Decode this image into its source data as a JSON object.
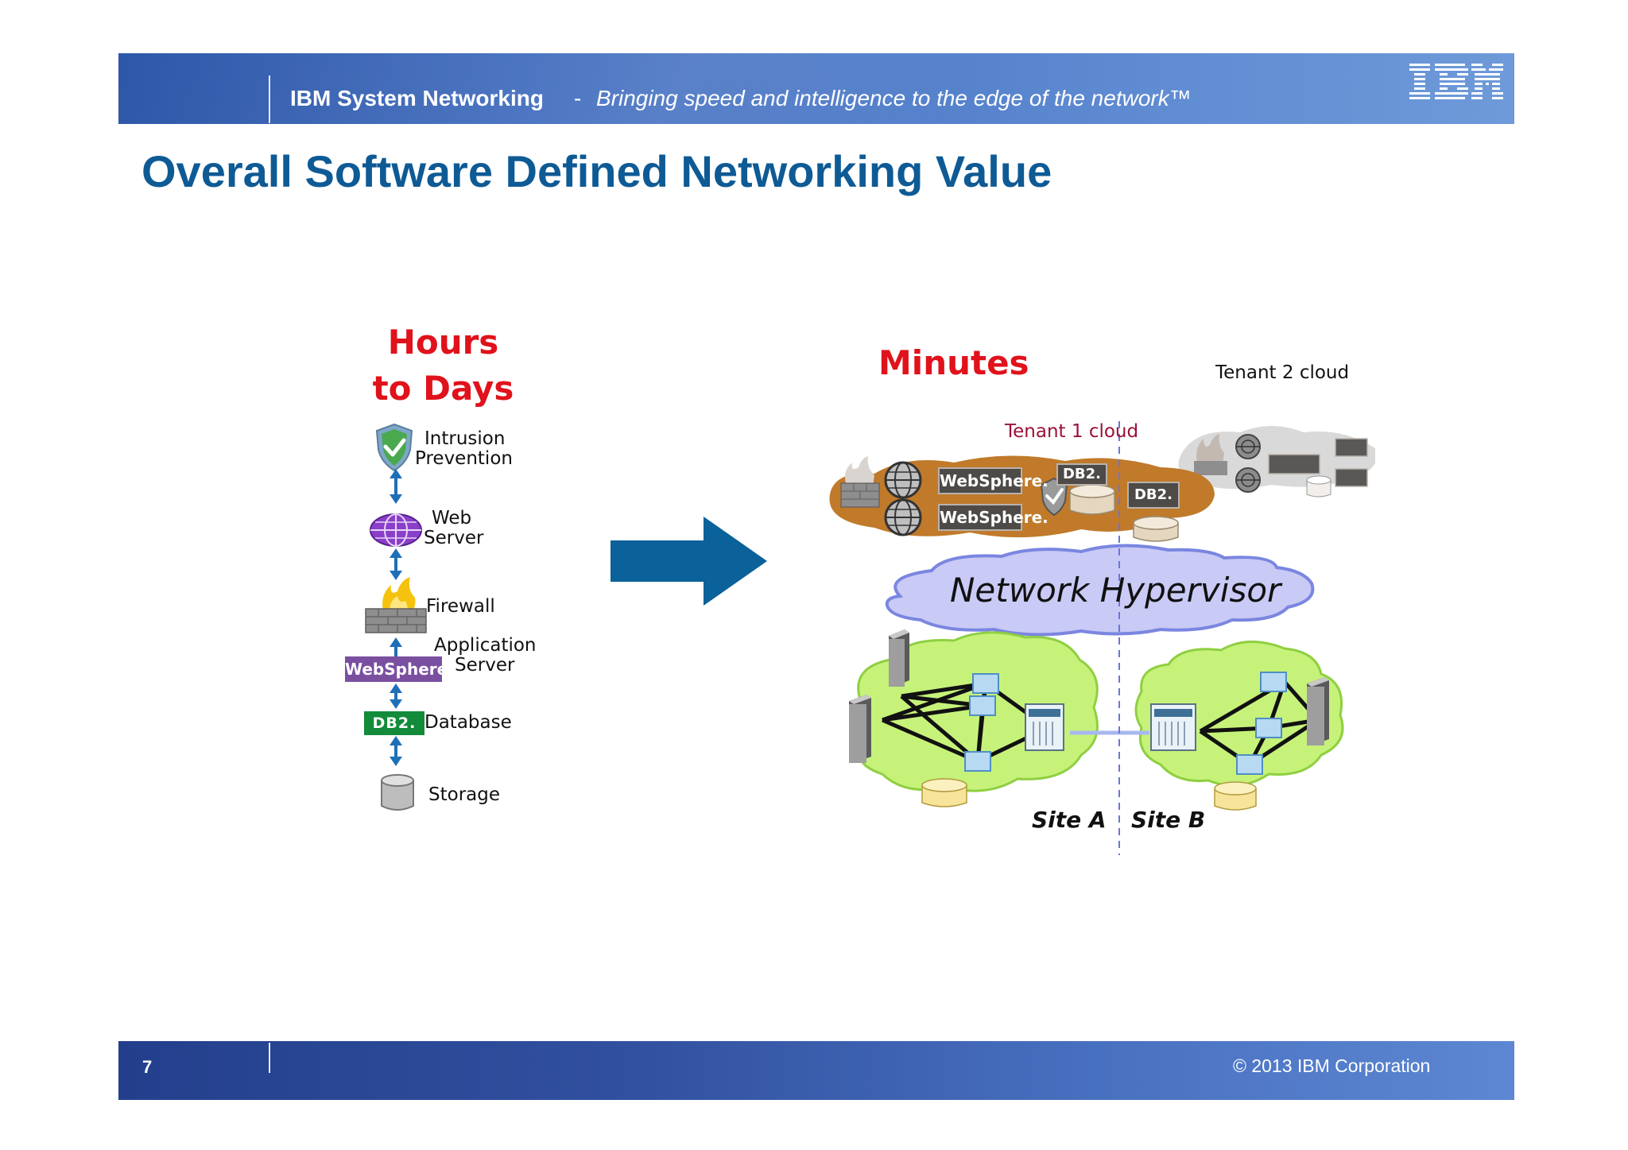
{
  "header": {
    "title": "IBM System Networking",
    "separator": "-",
    "tagline": "Bringing speed and intelligence to the edge of the network™",
    "logo_text": "IBM"
  },
  "page_title": "Overall Software Defined Networking Value",
  "left_stack": {
    "heading_line1": "Hours",
    "heading_line2": "to Days",
    "items": [
      {
        "label_line1": "Intrusion",
        "label_line2": "Prevention",
        "icon": "shield-check-icon"
      },
      {
        "label_line1": "Web",
        "label_line2": "Server",
        "icon": "globe-icon"
      },
      {
        "label_line1": "Firewall",
        "label_line2": "",
        "icon": "firewall-icon"
      },
      {
        "label_line1": "Application",
        "label_line2": "Server",
        "icon": "websphere-badge",
        "badge": "WebSphere."
      },
      {
        "label_line1": "Database",
        "label_line2": "",
        "icon": "db2-badge",
        "badge": "DB2."
      },
      {
        "label_line1": "Storage",
        "label_line2": "",
        "icon": "storage-cylinder-icon"
      }
    ]
  },
  "right_diagram": {
    "heading": "Minutes",
    "tenant1_label": "Tenant 1 cloud",
    "tenant2_label": "Tenant 2 cloud",
    "hypervisor_label": "Network Hypervisor",
    "site_a_label": "Site A",
    "site_b_label": "Site B",
    "websphere_badge": "WebSphere.",
    "db2_badge": "DB2.",
    "websphere_small": "WebSphere",
    "colors": {
      "tenant1_cloud": "#c07a2a",
      "tenant2_cloud": "#d9d9d9",
      "hypervisor_cloud": "#c9caf5",
      "site_cloud": "#c6f27a",
      "arrow": "#0b6199"
    }
  },
  "footer": {
    "page_number": "7",
    "copyright": "© 2013 IBM Corporation"
  }
}
